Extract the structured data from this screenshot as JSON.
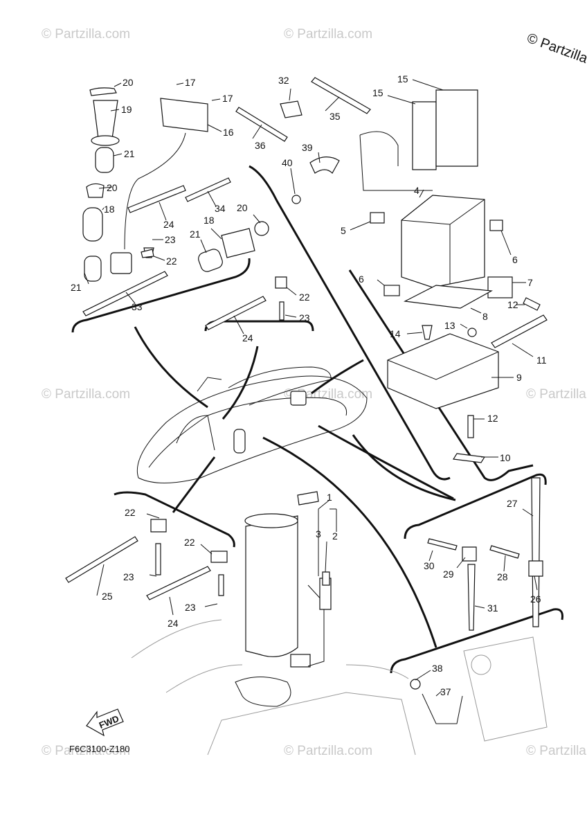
{
  "copyright": "© Partzilla",
  "watermark": "© Partzilla.com",
  "diagram_code": "F6C3100-Z180",
  "fwd_label": "FWD",
  "callouts": [
    {
      "id": "c20a",
      "n": "20"
    },
    {
      "id": "c19",
      "n": "19"
    },
    {
      "id": "c21a",
      "n": "21"
    },
    {
      "id": "c17a",
      "n": "17"
    },
    {
      "id": "c17b",
      "n": "17"
    },
    {
      "id": "c16",
      "n": "16"
    },
    {
      "id": "c36",
      "n": "36"
    },
    {
      "id": "c32",
      "n": "32"
    },
    {
      "id": "c35",
      "n": "35"
    },
    {
      "id": "c15a",
      "n": "15"
    },
    {
      "id": "c15b",
      "n": "15"
    },
    {
      "id": "c39",
      "n": "39"
    },
    {
      "id": "c40",
      "n": "40"
    },
    {
      "id": "c20b",
      "n": "20"
    },
    {
      "id": "c18a",
      "n": "18"
    },
    {
      "id": "c34",
      "n": "34"
    },
    {
      "id": "c24a",
      "n": "24"
    },
    {
      "id": "c20c",
      "n": "20"
    },
    {
      "id": "c18b",
      "n": "18"
    },
    {
      "id": "c21b",
      "n": "21"
    },
    {
      "id": "c23a",
      "n": "23"
    },
    {
      "id": "c22a",
      "n": "22"
    },
    {
      "id": "c21c",
      "n": "21"
    },
    {
      "id": "c33",
      "n": "33"
    },
    {
      "id": "c4",
      "n": "4"
    },
    {
      "id": "c5",
      "n": "5"
    },
    {
      "id": "c6a",
      "n": "6"
    },
    {
      "id": "c6b",
      "n": "6"
    },
    {
      "id": "c7",
      "n": "7"
    },
    {
      "id": "c8",
      "n": "8"
    },
    {
      "id": "c12a",
      "n": "12"
    },
    {
      "id": "c13",
      "n": "13"
    },
    {
      "id": "c14",
      "n": "14"
    },
    {
      "id": "c11",
      "n": "11"
    },
    {
      "id": "c9",
      "n": "9"
    },
    {
      "id": "c12b",
      "n": "12"
    },
    {
      "id": "c10",
      "n": "10"
    },
    {
      "id": "c22b",
      "n": "22"
    },
    {
      "id": "c23b",
      "n": "23"
    },
    {
      "id": "c24b",
      "n": "24"
    },
    {
      "id": "c1",
      "n": "1"
    },
    {
      "id": "c3",
      "n": "3"
    },
    {
      "id": "c2",
      "n": "2"
    },
    {
      "id": "c22c",
      "n": "22"
    },
    {
      "id": "c23c",
      "n": "23"
    },
    {
      "id": "c25",
      "n": "25"
    },
    {
      "id": "c22d",
      "n": "22"
    },
    {
      "id": "c23d",
      "n": "23"
    },
    {
      "id": "c24c",
      "n": "24"
    },
    {
      "id": "c27",
      "n": "27"
    },
    {
      "id": "c30",
      "n": "30"
    },
    {
      "id": "c29",
      "n": "29"
    },
    {
      "id": "c28",
      "n": "28"
    },
    {
      "id": "c26",
      "n": "26"
    },
    {
      "id": "c31",
      "n": "31"
    },
    {
      "id": "c38",
      "n": "38"
    },
    {
      "id": "c37",
      "n": "37"
    }
  ]
}
